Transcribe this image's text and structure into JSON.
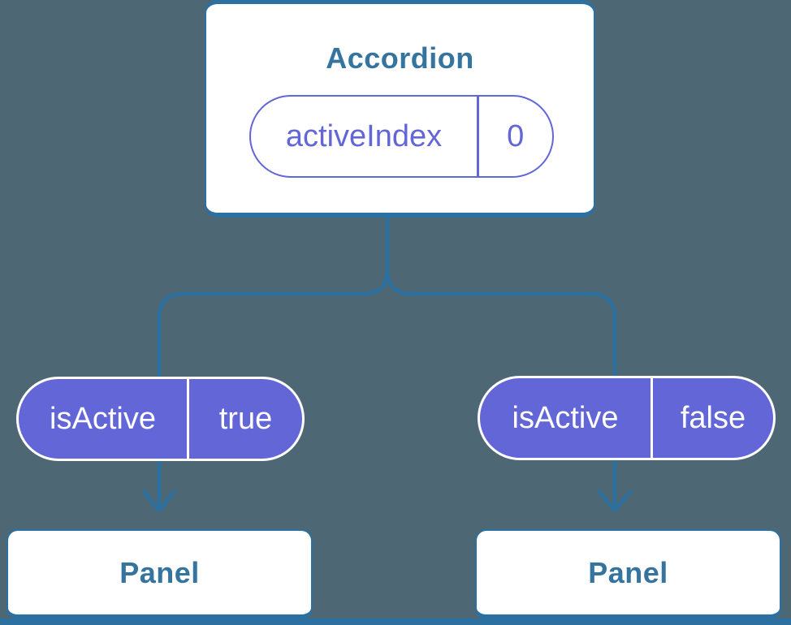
{
  "colors": {
    "background": "#4d6874",
    "blue": "#2c70a1",
    "title_blue": "#35749f",
    "purple": "#6366d6",
    "card_bg": "#ffffff",
    "pill_text": "#ffffff"
  },
  "root_node": {
    "title": "Accordion",
    "state_pill": {
      "name": "activeIndex",
      "value": "0"
    }
  },
  "prop_pills": [
    {
      "name": "isActive",
      "value": "true"
    },
    {
      "name": "isActive",
      "value": "false"
    }
  ],
  "child_nodes": [
    {
      "title": "Panel"
    },
    {
      "title": "Panel"
    }
  ]
}
